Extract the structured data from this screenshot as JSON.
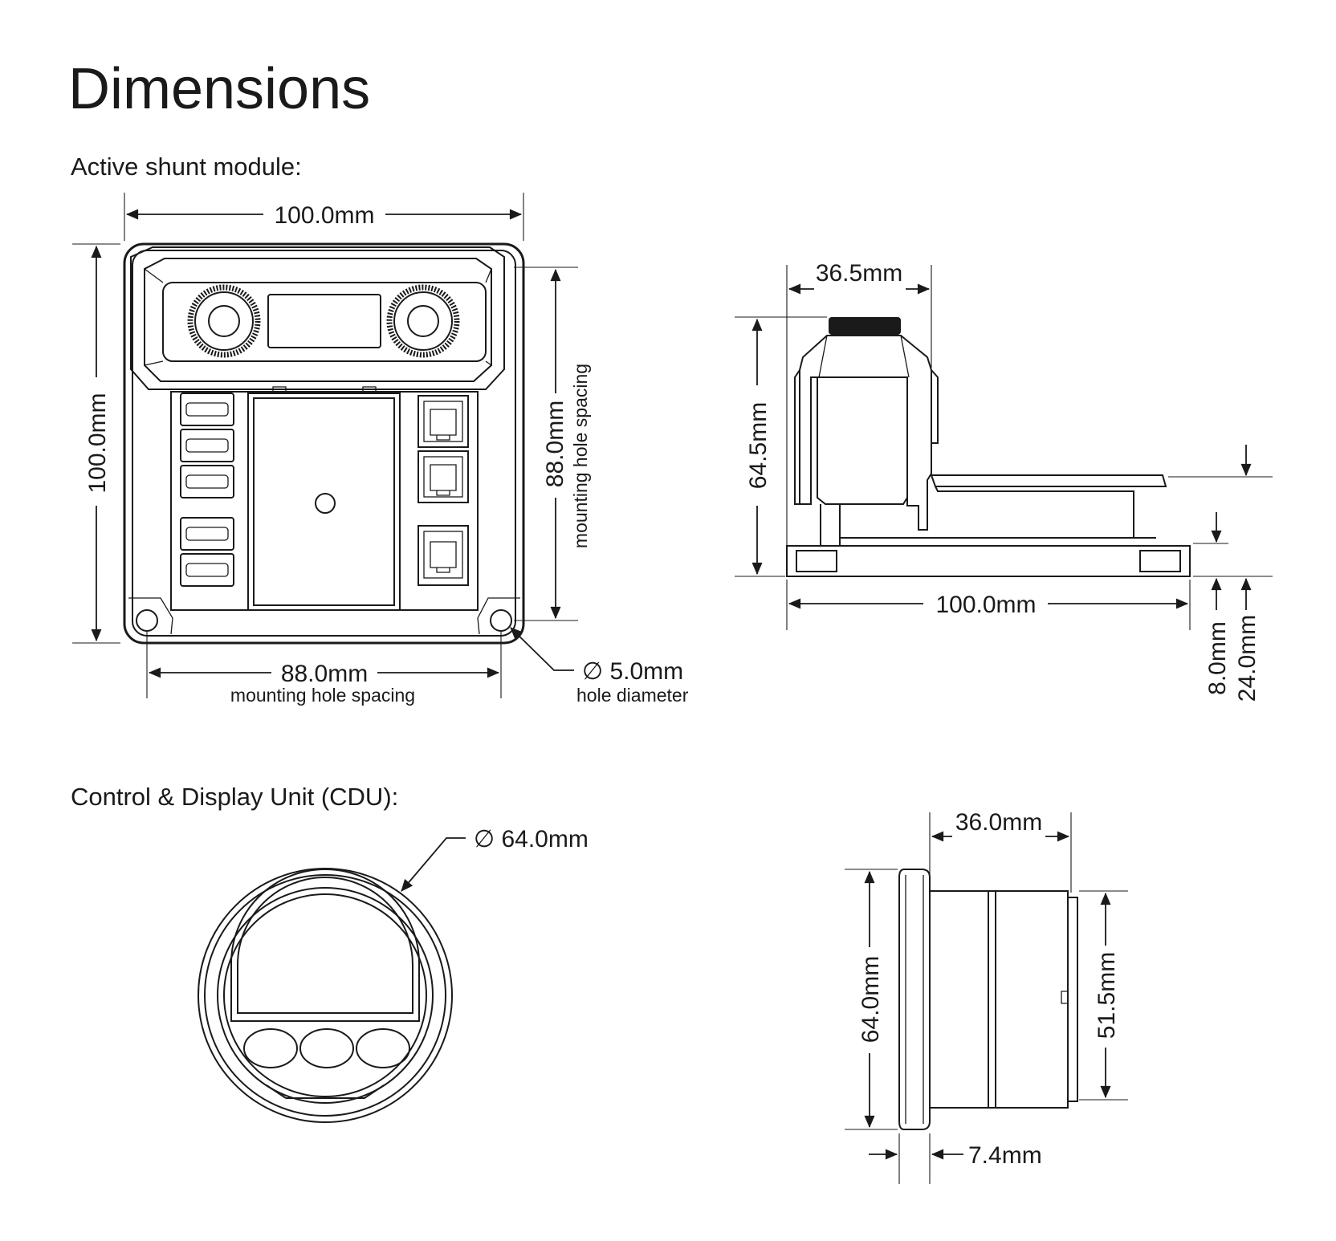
{
  "title": "Dimensions",
  "sections": {
    "shunt": {
      "label": "Active shunt module:",
      "front": {
        "width": "100.0mm",
        "height": "100.0mm",
        "mount_v": "88.0mm",
        "mount_v_note": "mounting hole spacing",
        "mount_h": "88.0mm",
        "mount_h_note": "mounting hole spacing",
        "hole": "∅ 5.0mm",
        "hole_note": "hole diameter"
      },
      "side": {
        "knob_width": "36.5mm",
        "height": "64.5mm",
        "length": "100.0mm",
        "base_height": "8.0mm",
        "platform_height": "24.0mm"
      }
    },
    "cdu": {
      "label": "Control & Display Unit (CDU):",
      "front": {
        "diameter": "∅ 64.0mm"
      },
      "side": {
        "depth": "36.0mm",
        "bezel_dia": "64.0mm",
        "body_dia": "51.5mm",
        "bezel_thick": "7.4mm"
      }
    }
  }
}
